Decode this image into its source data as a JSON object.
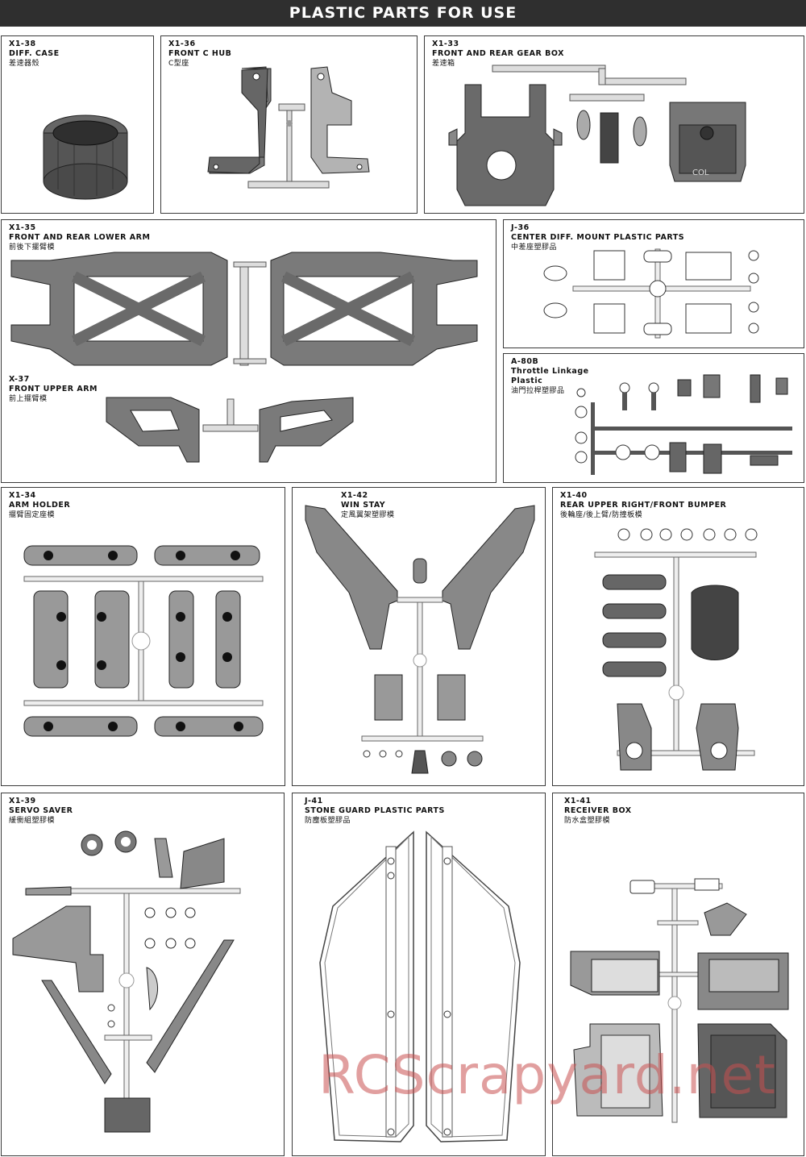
{
  "header": {
    "title": "PLASTIC PARTS FOR USE"
  },
  "panels": {
    "diff_case": {
      "code": "X1-38",
      "name": "DIFF. CASE",
      "cn": "差速器殼"
    },
    "front_c_hub": {
      "code": "X1-36",
      "name": "FRONT C HUB",
      "cn": "C型座"
    },
    "gear_box": {
      "code": "X1-33",
      "name": "FRONT AND REAR GEAR BOX",
      "cn": "差速箱"
    },
    "lower_arm": {
      "code": "X1-35",
      "name": "FRONT AND REAR LOWER ARM",
      "cn": "前後下擺臂模"
    },
    "upper_arm": {
      "code": "X-37",
      "name": "FRONT UPPER ARM",
      "cn": "前上擺臂模"
    },
    "center_diff": {
      "code": "J-36",
      "name": "CENTER DIFF. MOUNT PLASTIC PARTS",
      "cn": "中差座塑膠品"
    },
    "throttle": {
      "code": "A-80B",
      "name": "Throttle Linkage",
      "name2": "Plastic",
      "cn": "油門拉桿塑膠品"
    },
    "arm_holder": {
      "code": "X1-34",
      "name": "ARM HOLDER",
      "cn": "擺臂固定座模"
    },
    "win_stay": {
      "code": "X1-42",
      "name": "WIN STAY",
      "cn": "定風翼架塑膠模"
    },
    "rear_upper": {
      "code": "X1-40",
      "name": "REAR UPPER RIGHT/FRONT BUMPER",
      "cn": "後輪座/後上臂/防撞板模"
    },
    "servo_saver": {
      "code": "X1-39",
      "name": "SERVO SAVER",
      "cn": "緩衝組塑膠模"
    },
    "stone_guard": {
      "code": "J-41",
      "name": "STONE GUARD PLASTIC PARTS",
      "cn": "防塵板塑膠品"
    },
    "receiver_box": {
      "code": "X1-41",
      "name": "RECEIVER BOX",
      "cn": "防水盒塑膠模"
    }
  },
  "watermark": {
    "text": "RCScrapyard.net"
  }
}
